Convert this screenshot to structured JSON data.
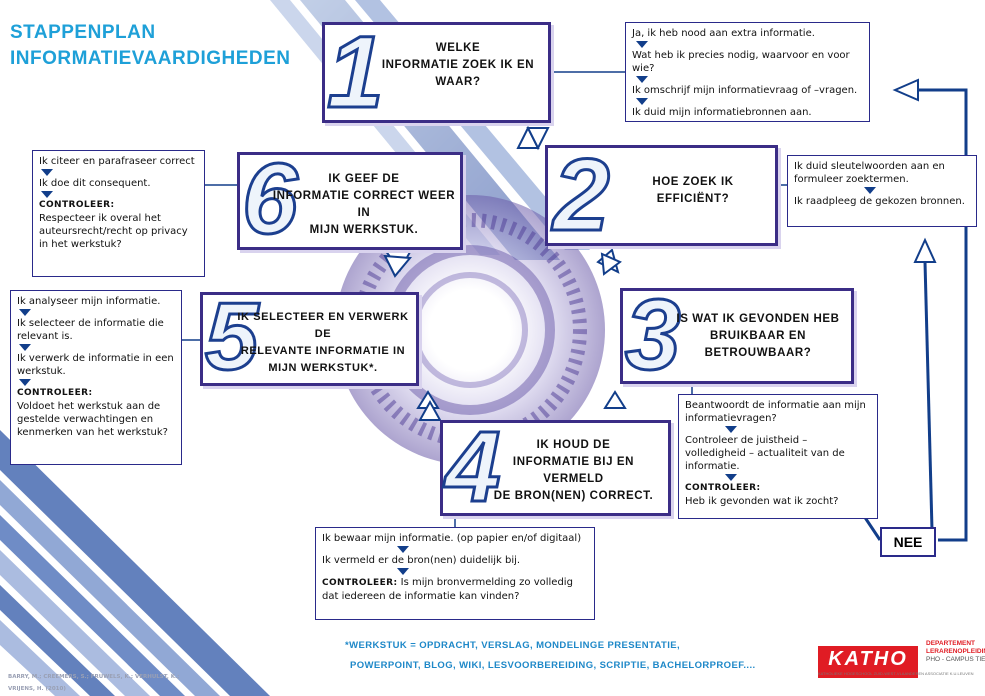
{
  "title": {
    "line1": "STAPPENPLAN",
    "line2": "INFORMATIEVAARDIGHEDEN"
  },
  "steps": [
    {
      "num": "1",
      "lines": [
        "WELKE",
        "INFORMATIE ZOEK IK EN",
        "WAAR?"
      ]
    },
    {
      "num": "2",
      "lines": [
        "HOE ZOEK IK",
        "EFFICIËNT?"
      ]
    },
    {
      "num": "3",
      "lines": [
        "IS WAT IK GEVONDEN HEB",
        "BRUIKBAAR EN BETROUWBAAR?"
      ]
    },
    {
      "num": "4",
      "lines": [
        "IK HOUD DE",
        "INFORMATIE BIJ EN VERMELD",
        "DE BRON(NEN) CORRECT."
      ]
    },
    {
      "num": "5",
      "lines": [
        "IK SELECTEER EN VERWERK DE",
        "RELEVANTE INFORMATIE IN",
        "MIJN WERKSTUK*."
      ]
    },
    {
      "num": "6",
      "lines": [
        "IK GEEF DE",
        "INFORMATIE CORRECT WEER IN",
        "MIJN WERKSTUK."
      ]
    }
  ],
  "info1": [
    "Ja, ik heb nood aan extra informatie.",
    "Wat heb ik precies nodig, waarvoor en voor wie?",
    "Ik omschrijf mijn informatievraag of –vragen.",
    "Ik duid mijn informatiebronnen aan."
  ],
  "info2": [
    "Ik duid sleutelwoorden aan en formuleer zoektermen.",
    "Ik raadpleeg de gekozen bronnen."
  ],
  "info3": {
    "items": [
      "Beantwoordt de informatie aan mijn informatievragen?",
      "Controleer de juistheid – volledigheid – actualiteit van de informatie."
    ],
    "label": "CONTROLEER:",
    "check": "Heb ik gevonden wat ik zocht?"
  },
  "info4": {
    "items": [
      "Ik bewaar mijn informatie. (op papier en/of digitaal)",
      "Ik vermeld er de bron(nen) duidelijk bij."
    ],
    "label": "CONTROLEER:",
    "check": "Is mijn bronvermelding zo volledig dat iedereen de informatie kan vinden?"
  },
  "info5": {
    "items": [
      "Ik analyseer mijn informatie.",
      "Ik selecteer de informatie die relevant is.",
      "Ik verwerk de informatie in een werkstuk."
    ],
    "label": "CONTROLEER:",
    "check": "Voldoet het werkstuk aan de gestelde verwachtingen en kenmerken van het werkstuk?"
  },
  "info6": {
    "items": [
      "Ik citeer en parafraseer correct",
      "Ik doe dit consequent."
    ],
    "label": "CONTROLEER:",
    "check": "Respecteer ik overal het auteursrecht/recht op privacy in het werkstuk?"
  },
  "nee": "NEE",
  "footnote": {
    "line1": "*WERKSTUK = OPDRACHT, VERSLAG, MONDELINGE PRESENTATIE,",
    "line2": "POWERPOINT, BLOG, WIKI, LESVOORBEREIDING, SCRIPTIE, BACHELORPROEF...."
  },
  "credits": {
    "line1": "BARRY, M.; CREEMERS, S.; FRUWELS, K.; VERHULST, K.;",
    "line2": "VRIJENS, H. (2010)"
  },
  "logo": {
    "name": "KATHO",
    "tagline": "KATHOLIEKE HOGESCHOOL ZUID-WEST-VLAANDEREN  ASSOCIATIE K.U.LEUVEN"
  },
  "dept": {
    "line1": "DEPARTEMENT",
    "line2": "LERARENOPLEIDING",
    "line3": "PHO - CAMPUS TIELT"
  },
  "colors": {
    "accent": "#1ea0d8",
    "border": "#3b2d86",
    "arrow": "#123e8a",
    "logo": "#e01c24"
  }
}
